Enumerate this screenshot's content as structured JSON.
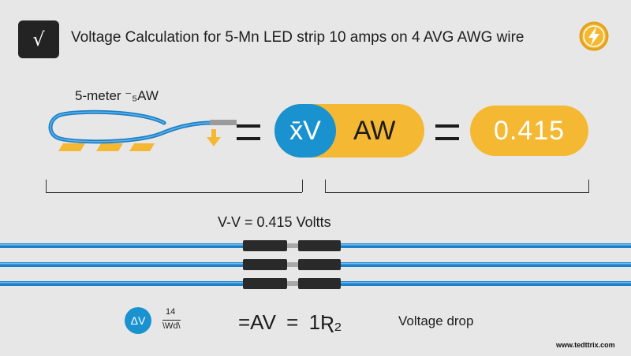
{
  "header": {
    "logo_glyph": "√",
    "title": "Voltage Calculation for 5-Mn LED strip 10 amps on 4 AVG AWG wire",
    "badge_icon": "lightning-bolt-icon"
  },
  "formula": {
    "wire_label": "5-meter ⁻₅AW",
    "pill_symbol": "x̄V",
    "pill_text": "AW",
    "result": "0.415"
  },
  "wires": {
    "drop_label": "V-V = 0.415 Voltts"
  },
  "bottom": {
    "delta_badge": "ΔV",
    "gauge_number": "14",
    "gauge_unit": "\\Wd\\",
    "formula": "=AV = 1Ʀ₂",
    "label": "Voltage drop"
  },
  "watermark": "www.tedttrix.com",
  "colors": {
    "accent_yellow": "#f5b833",
    "accent_blue": "#1b92d0",
    "background": "#e7e7e7",
    "dark": "#232323"
  }
}
